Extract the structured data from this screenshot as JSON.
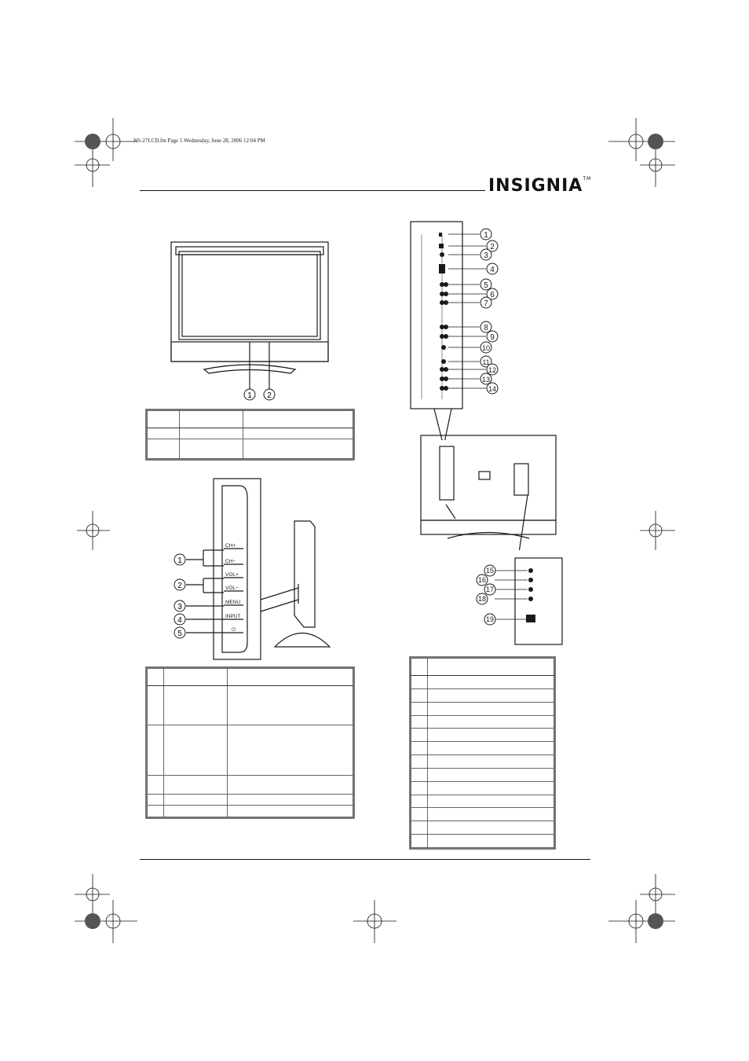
{
  "header": {
    "file_info": "NS-27LCD.fm  Page 5  Wednesday, June 28, 2006  12:04 PM",
    "brand": "INSIGNIA",
    "trademark": "TM"
  },
  "front_view": {
    "callouts": [
      "1",
      "2"
    ]
  },
  "side_panel": {
    "buttons": [
      "CH+",
      "CH−",
      "VOL+",
      "VOL−",
      "MENU",
      "INPUT",
      "⏻"
    ],
    "callouts": [
      "1",
      "2",
      "3",
      "4",
      "5"
    ]
  },
  "back_panel": {
    "upper_callouts": [
      "1",
      "2",
      "3",
      "4",
      "5",
      "6",
      "7",
      "8",
      "9",
      "10",
      "11",
      "12",
      "13",
      "14"
    ],
    "lower_callouts": [
      "15",
      "16",
      "17",
      "18",
      "19"
    ]
  },
  "colors": {
    "line": "#1a1a1a",
    "table_border": "#777777"
  }
}
